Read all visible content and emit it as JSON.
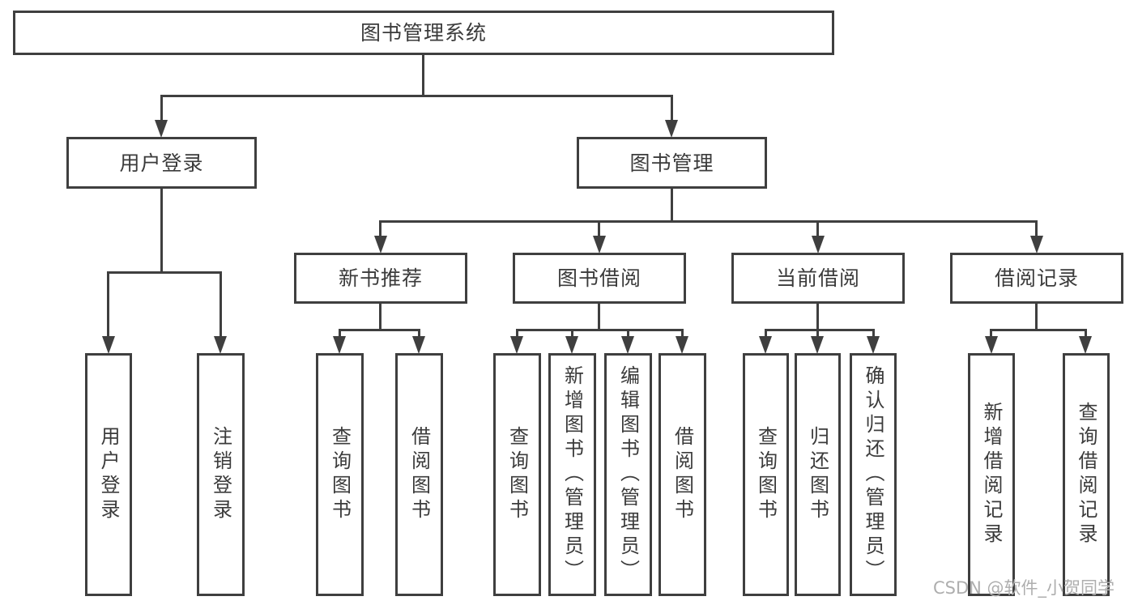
{
  "diagram": {
    "root": {
      "label": "图书管理系统"
    },
    "level2": [
      {
        "label": "用户登录"
      },
      {
        "label": "图书管理"
      }
    ],
    "level3": [
      {
        "label": "新书推荐"
      },
      {
        "label": "图书借阅"
      },
      {
        "label": "当前借阅"
      },
      {
        "label": "借阅记录"
      }
    ],
    "leaf_groups": [
      {
        "parent": "用户登录",
        "items": [
          "用户登录",
          "注销登录"
        ]
      },
      {
        "parent": "新书推荐",
        "items": [
          "查询图书",
          "借阅图书"
        ]
      },
      {
        "parent": "图书借阅",
        "items": [
          "查询图书",
          "新增图书（管理员）",
          "编辑图书（管理员）",
          "借阅图书"
        ]
      },
      {
        "parent": "当前借阅",
        "items": [
          "查询图书",
          "归还图书",
          "确认归还（管理员）"
        ]
      },
      {
        "parent": "借阅记录",
        "items": [
          "新增借阅记录",
          "查询借阅记录"
        ]
      }
    ]
  },
  "watermark": {
    "text": "CSDN @软件_小贺同学"
  },
  "colors": {
    "line": "#3f3f3f",
    "text": "#3b3b3b",
    "bg": "#ffffff",
    "watermark": "#aeaeae"
  }
}
